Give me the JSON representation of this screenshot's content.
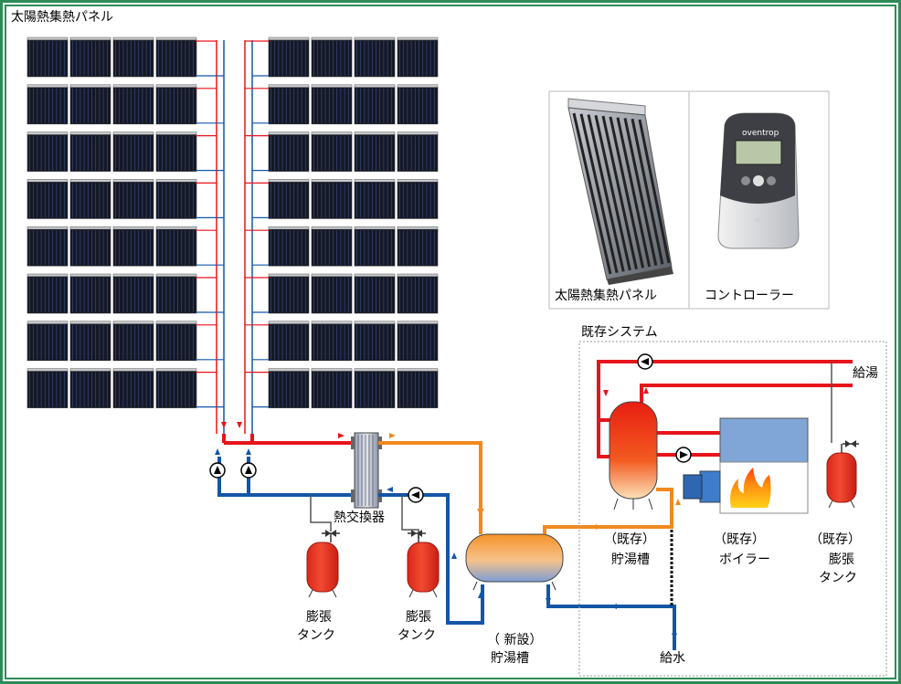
{
  "title": "太陽熱集熱パネル",
  "photos": {
    "panel_caption": "太陽熱集熱パネル",
    "controller_caption": "コントローラー",
    "controller_brand": "oventrop"
  },
  "existing_system": {
    "title": "既存システム",
    "hot_water_supply": "給湯",
    "tank_label_1": "（既存）",
    "tank_label_2": "貯湯槽",
    "boiler_label_1": "（既存）",
    "boiler_label_2": "ボイラー",
    "exp_label_1": "（既存）",
    "exp_label_2": "膨張",
    "exp_label_3": "タンク"
  },
  "heat_exchanger": "熱交換器",
  "expansion_tank_1": {
    "line1": "膨張",
    "line2": "タンク"
  },
  "expansion_tank_2": {
    "line1": "膨張",
    "line2": "タンク"
  },
  "new_tank": {
    "line1": "（ 新設）",
    "line2": "貯湯槽"
  },
  "water_supply": "給水",
  "colors": {
    "border": "#2e8b57",
    "hot_pipe": "#e8141c",
    "cold_pipe": "#1456a6",
    "warm_pipe": "#f08a1e",
    "tank_red": "#e83a28",
    "boiler_blue": "#7fa6d6"
  }
}
